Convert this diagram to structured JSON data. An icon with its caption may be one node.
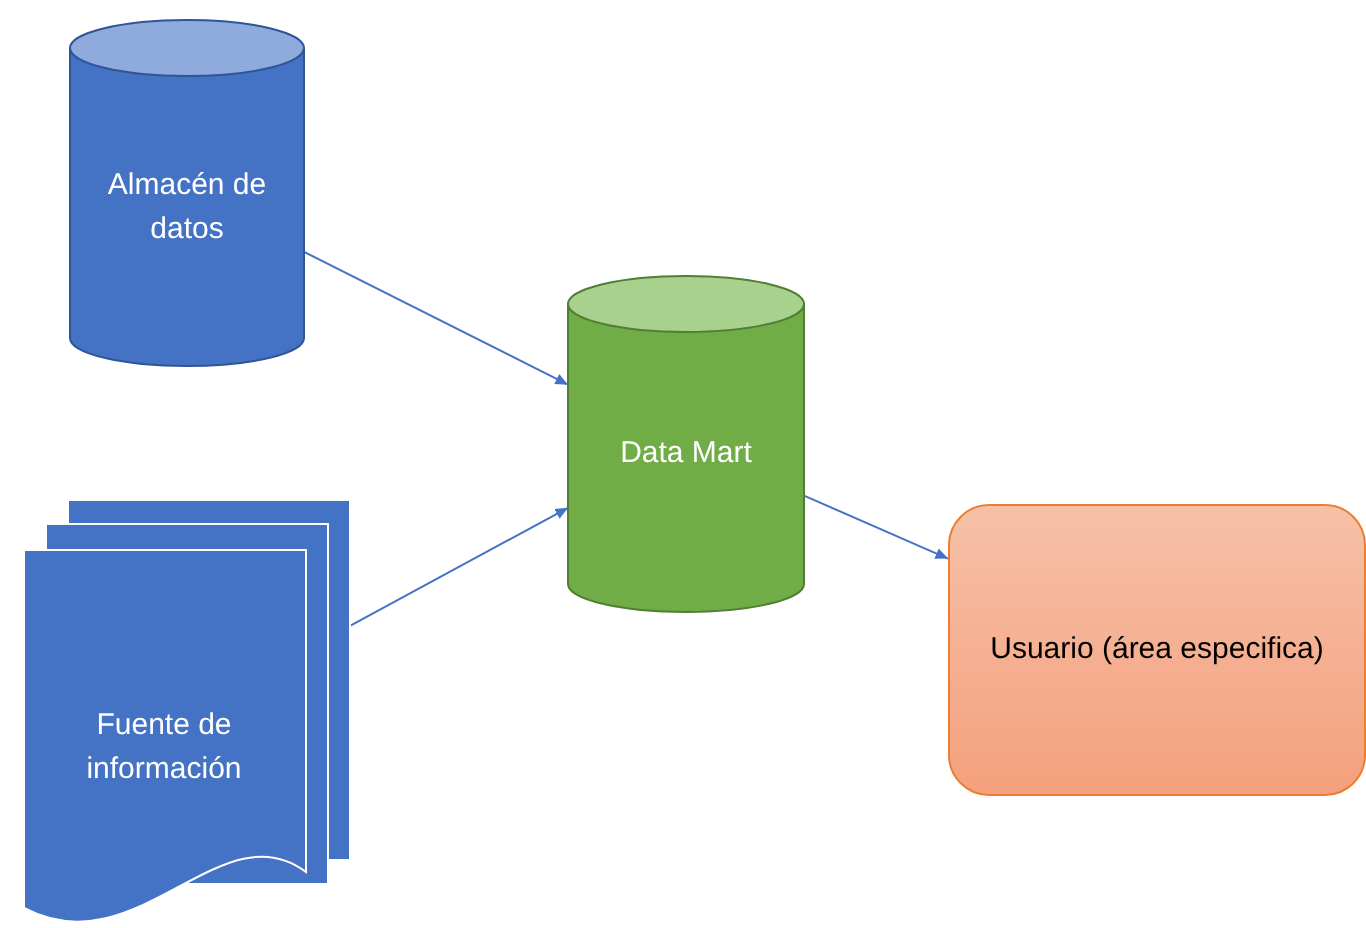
{
  "diagram": {
    "nodes": [
      {
        "text": [
          "Almacén de datos"
        ]
      },
      {
        "text": [
          "Fuente de información"
        ]
      },
      {
        "text": [
          "Data Mart"
        ]
      },
      {
        "text": [
          "Usuario (área especifica)"
        ]
      }
    ],
    "edges": [
      {
        "from": 0,
        "to": 2,
        "arrow": "to"
      },
      {
        "from": 1,
        "to": 2,
        "arrow": "to"
      },
      {
        "from": 2,
        "to": 3,
        "arrow": "to"
      }
    ]
  }
}
